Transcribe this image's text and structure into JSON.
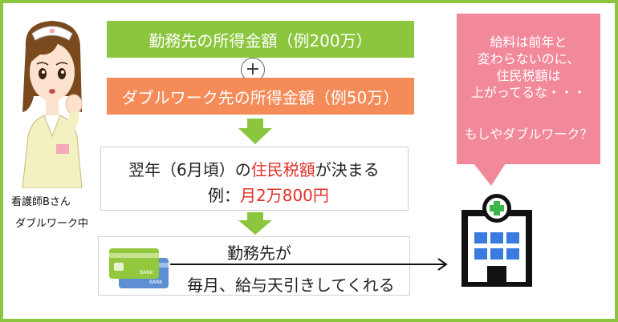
{
  "boxes": {
    "main_job": "勤務先の所得金額（例200万）",
    "plus": "+",
    "side_job": "ダブルワーク先の所得金額（例50万）"
  },
  "result": {
    "line1_pre": "翌年（6月頃）の",
    "line1_emph": "住民税額",
    "line1_post": "が決まる",
    "line2_pre": "例：",
    "line2_emph": "月2万800円"
  },
  "payment": {
    "line1": "勤務先が",
    "line2": "毎月、給与天引きしてくれる"
  },
  "bubble": {
    "text1": "給料は前年と\n変わらないのに、\n住民税額は\n上がってるな・・・",
    "text2": "もしやダブルワーク？"
  },
  "person": {
    "name": "看護師Bさん",
    "status": "ダブルワーク中"
  },
  "card_label": "BANK",
  "colors": {
    "frame_green": "#8cc63f",
    "main_green": "#8cc63f",
    "side_orange": "#f58b59",
    "bubble_pink": "#f2899b",
    "emphasis_red": "#e0312b",
    "arrow_green": "#8cc63f"
  }
}
